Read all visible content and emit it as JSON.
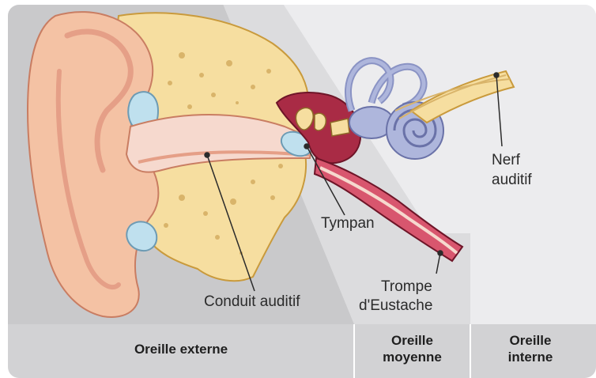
{
  "labels": {
    "tympan": "Tympan",
    "conduit": "Conduit auditif",
    "nerf_line1": "Nerf",
    "nerf_line2": "auditif",
    "trompe_line1": "Trompe",
    "trompe_line2": "d'Eustache"
  },
  "zones": {
    "externe": "Oreille externe",
    "moyenne_line1": "Oreille",
    "moyenne_line2": "moyenne",
    "interne_line1": "Oreille",
    "interne_line2": "interne"
  },
  "colors": {
    "external_zone_bg": "#c9c9cb",
    "middle_zone_bg": "#dcdcde",
    "inner_zone_bg": "#ececee",
    "footer_bg": "#d2d2d4",
    "skin": "#f4c2a4",
    "skin_shadow": "#e59f87",
    "bone": "#f6dea0",
    "cartilage": "#bfe0ee",
    "cochlea": "#aeb6dc",
    "middle_ear_red": "#a92b45",
    "canal_pink": "#f6d9ce"
  }
}
